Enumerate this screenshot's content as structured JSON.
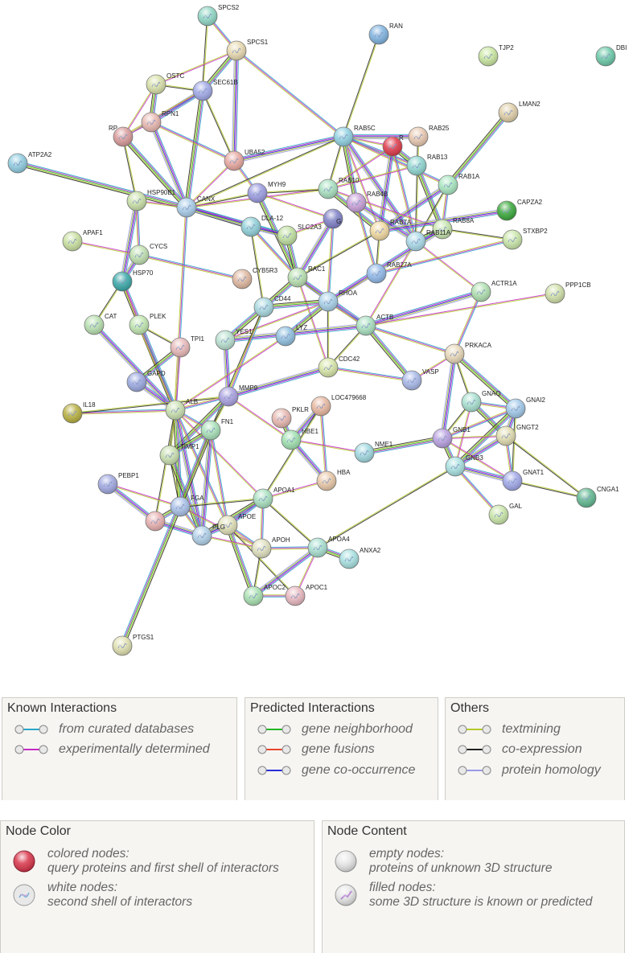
{
  "colors": {
    "curated": "#2aa7c9",
    "experimental": "#c62ac6",
    "neighborhood": "#22b522",
    "fusion": "#e8442a",
    "cooccurrence": "#2a2ad9",
    "textmining": "#b5c92a",
    "coexpression": "#222222",
    "homology": "#9a9ae8"
  },
  "nodes": [
    {
      "label": "SPCS2",
      "color": "#8fd6c4"
    },
    {
      "label": "SPCS1",
      "color": "#e8d9b0"
    },
    {
      "label": "RAN",
      "color": "#7fb3e0"
    },
    {
      "label": "TJP2",
      "color": "#c9e6a0"
    },
    {
      "label": "DBI",
      "color": "#6cc9a8"
    },
    {
      "label": "OSTC",
      "color": "#d8e0a8"
    },
    {
      "label": "SEC61B",
      "color": "#9fa8e6"
    },
    {
      "label": "RPN1",
      "color": "#e8b8b0"
    },
    {
      "label": "RP",
      "color": "#d89a9a"
    },
    {
      "label": "UBA52",
      "color": "#e8a8a0"
    },
    {
      "label": "LMAN2",
      "color": "#e0cfa8"
    },
    {
      "label": "RAB5C",
      "color": "#8fd0e0"
    },
    {
      "label": "R",
      "color": "#e03a4a"
    },
    {
      "label": "RAB25",
      "color": "#e8c8b0"
    },
    {
      "label": "RAB13",
      "color": "#8fd6d0"
    },
    {
      "label": "ATP2A2",
      "color": "#8fcce0"
    },
    {
      "label": "RAB1A",
      "color": "#a8e6c0"
    },
    {
      "label": "MYH9",
      "color": "#9a9ae0"
    },
    {
      "label": "HSP90B1",
      "color": "#c9e0a8"
    },
    {
      "label": "CANX",
      "color": "#a8cce8"
    },
    {
      "label": "RAB10",
      "color": "#a8e0c0"
    },
    {
      "label": "RAB4B",
      "color": "#c8a0d8"
    },
    {
      "label": "G",
      "color": "#8080c8"
    },
    {
      "label": "CAPZA2",
      "color": "#3aa83a"
    },
    {
      "label": "APAF1",
      "color": "#c9e0a0"
    },
    {
      "label": "DLA-12",
      "color": "#8fd0d8"
    },
    {
      "label": "SLC2A3",
      "color": "#c0e0a0"
    },
    {
      "label": "RAB7A",
      "color": "#f0d8a0"
    },
    {
      "label": "RAB8A",
      "color": "#c8e6b0"
    },
    {
      "label": "RAB11A",
      "color": "#a8d8e8"
    },
    {
      "label": "STXBP2",
      "color": "#c9e6a8"
    },
    {
      "label": "CYCS",
      "color": "#c0e0b0"
    },
    {
      "label": "HSP70",
      "color": "#3aa8a8"
    },
    {
      "label": "CYB5R3",
      "color": "#e0b8a0"
    },
    {
      "label": "RAC1",
      "color": "#b8e0b0"
    },
    {
      "label": "RAB27A",
      "color": "#90b8e8"
    },
    {
      "label": "ACTR1A",
      "color": "#b0e0b0"
    },
    {
      "label": "PPP1CB",
      "color": "#d0e0a8"
    },
    {
      "label": "CD44",
      "color": "#a8d8e0"
    },
    {
      "label": "RHOA",
      "color": "#a8d0e8"
    },
    {
      "label": "CAT",
      "color": "#b8e0b0"
    },
    {
      "label": "PLEK",
      "color": "#c0e6b0"
    },
    {
      "label": "YES1",
      "color": "#b8e0d0"
    },
    {
      "label": "LYZ",
      "color": "#90c0e0"
    },
    {
      "label": "ACTB",
      "color": "#a8e0c0"
    },
    {
      "label": "TPI1",
      "color": "#e8b8b8"
    },
    {
      "label": "PRKACA",
      "color": "#e8d8b8"
    },
    {
      "label": "CDC42",
      "color": "#d8e6a8"
    },
    {
      "label": "VASP",
      "color": "#a8b8e8"
    },
    {
      "label": "GAPD",
      "color": "#9aa8e0"
    },
    {
      "label": "IL18",
      "color": "#b8b040"
    },
    {
      "label": "MMP9",
      "color": "#a8a0e0"
    },
    {
      "label": "LOC479668",
      "color": "#e8b8a0"
    },
    {
      "label": "ALB",
      "color": "#c9e0b0"
    },
    {
      "label": "GNAQ",
      "color": "#a8e0d0"
    },
    {
      "label": "GNAI2",
      "color": "#a0c8e8"
    },
    {
      "label": "PKLR",
      "color": "#e8b8b0"
    },
    {
      "label": "FN1",
      "color": "#a8e0b8"
    },
    {
      "label": "HBE1",
      "color": "#a0e0b0"
    },
    {
      "label": "GNGT2",
      "color": "#e0dcb0"
    },
    {
      "label": "GNB1",
      "color": "#b8a0e0"
    },
    {
      "label": "NME1",
      "color": "#a0d8e0"
    },
    {
      "label": "TIMP1",
      "color": "#c9e0b0"
    },
    {
      "label": "GNB3",
      "color": "#a8e0e0"
    },
    {
      "label": "PEBP1",
      "color": "#a0a8e0"
    },
    {
      "label": "HBA",
      "color": "#e8c8a8"
    },
    {
      "label": "GNAT1",
      "color": "#a0a8e8"
    },
    {
      "label": "CNGA1",
      "color": "#60b890"
    },
    {
      "label": "FGA",
      "color": "#a8c0e8"
    },
    {
      "label": "APOA1",
      "color": "#a8e0c0"
    },
    {
      "label": "GAL",
      "color": "#c9e6a8"
    },
    {
      "label": "APOE",
      "color": "#e0e0b8"
    },
    {
      "label": "PLG",
      "color": "#b0d0e8"
    },
    {
      "label": "APOH",
      "color": "#e0e0c0"
    },
    {
      "label": "APOA4",
      "color": "#a8e0d0"
    },
    {
      "label": "ANXA2",
      "color": "#a8e0e0"
    },
    {
      "label": "APOC1",
      "color": "#e8b8c0"
    },
    {
      "label": "APOC2",
      "color": "#a8e0b0"
    },
    {
      "label": "PTGS1",
      "color": "#e0e0b0"
    },
    {
      "label": "",
      "color": "#e8b0b0"
    }
  ],
  "legend": {
    "known": {
      "title": "Known Interactions",
      "items": [
        "from curated databases",
        "experimentally determined"
      ]
    },
    "predicted": {
      "title": "Predicted Interactions",
      "items": [
        "gene neighborhood",
        "gene fusions",
        "gene co-occurrence"
      ]
    },
    "others": {
      "title": "Others",
      "items": [
        "textmining",
        "co-expression",
        "protein homology"
      ]
    },
    "node_color": {
      "title": "Node Color",
      "colored_line1": "colored nodes:",
      "colored_line2": "query proteins and first shell of interactors",
      "white_line1": "white nodes:",
      "white_line2": "second shell of interactors"
    },
    "node_content": {
      "title": "Node Content",
      "empty_line1": "empty nodes:",
      "empty_line2": "proteins of unknown 3D structure",
      "filled_line1": "filled nodes:",
      "filled_line2": "some 3D structure is known or predicted"
    }
  }
}
